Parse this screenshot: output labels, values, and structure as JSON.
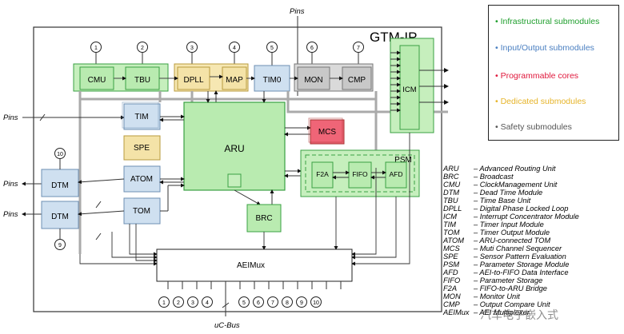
{
  "diagram": {
    "title": "GTM-IP",
    "pins_top": "Pins",
    "pins_left": [
      "Pins",
      "Pins",
      "Pins"
    ],
    "bus_label": "uC-Bus",
    "blocks": {
      "cmu": "CMU",
      "tbu": "TBU",
      "dpll": "DPLL",
      "map": "MAP",
      "tim0": "TIM0",
      "mon": "MON",
      "cmp": "CMP",
      "icm": "ICM",
      "tim": "TIM",
      "spe": "SPE",
      "atom": "ATOM",
      "tom": "TOM",
      "aru": "ARU",
      "mcs": "MCS",
      "psm": "PSM",
      "f2a": "F2A",
      "fifo": "FIFO",
      "afd": "AFD",
      "brc": "BRC",
      "dtm1": "DTM",
      "dtm2": "DTM",
      "aeimux": "AEIMux"
    },
    "circles_top": [
      "1",
      "2",
      "3",
      "4",
      "5",
      "6",
      "7"
    ],
    "circles_bottom": [
      "1",
      "2",
      "3",
      "4",
      "5",
      "6",
      "7",
      "8",
      "9",
      "10"
    ],
    "circle_dtm1": "10",
    "circle_dtm2": "9"
  },
  "legend": {
    "items": [
      {
        "label": "Infrastructural submodules",
        "color": "#1e9e2c"
      },
      {
        "label": "Input/Output submodules",
        "color": "#4a7fc1"
      },
      {
        "label": "Programmable cores",
        "color": "#e0183c"
      },
      {
        "label": "Dedicated submodules",
        "color": "#e6b429"
      },
      {
        "label": "Safety submodules",
        "color": "#555555"
      }
    ]
  },
  "abbreviations": [
    {
      "abbr": "ARU",
      "desc": "– Advanced Routing Unit"
    },
    {
      "abbr": "BRC",
      "desc": "– Broadcast"
    },
    {
      "abbr": "CMU",
      "desc": "– ClockManagement Unit"
    },
    {
      "abbr": "DTM",
      "desc": "– Dead Time Module"
    },
    {
      "abbr": "TBU",
      "desc": "– Time Base Unit"
    },
    {
      "abbr": "DPLL",
      "desc": "– Digital Phase Locked Loop"
    },
    {
      "abbr": "ICM",
      "desc": "– Interrupt Concentrator Module"
    },
    {
      "abbr": "TIM",
      "desc": "– Timer Input Module"
    },
    {
      "abbr": "TOM",
      "desc": "– Timer Output Module"
    },
    {
      "abbr": "ATOM",
      "desc": "– ARU-connected TOM"
    },
    {
      "abbr": "MCS",
      "desc": "– Muti Channel Sequencer"
    },
    {
      "abbr": "SPE",
      "desc": "– Sensor Pattern Evaluation"
    },
    {
      "abbr": "PSM",
      "desc": "– Parameter Storage Module"
    },
    {
      "abbr": "AFD",
      "desc": "– AEI-to-FIFO Data Interface"
    },
    {
      "abbr": "FIFO",
      "desc": "– Parameter Storage"
    },
    {
      "abbr": "F2A",
      "desc": "– FIFO-to-ARU Bridge"
    },
    {
      "abbr": "MON",
      "desc": "– Monitor Unit"
    },
    {
      "abbr": "CMP",
      "desc": "– Output Compare Unit"
    },
    {
      "abbr": "AEIMux",
      "desc": "– AEI Multiplexer"
    }
  ],
  "watermark": "汽车电子嵌入式",
  "colors": {
    "green_fill": "#b9ebb0",
    "green_stroke": "#3aa043",
    "blue_fill": "#cfe0f0",
    "blue_stroke": "#6d8fb3",
    "yellow_fill": "#f4e3a8",
    "yellow_stroke": "#b99b3e",
    "red_fill": "#ef6577",
    "gray_fill": "#c8c8c8"
  }
}
